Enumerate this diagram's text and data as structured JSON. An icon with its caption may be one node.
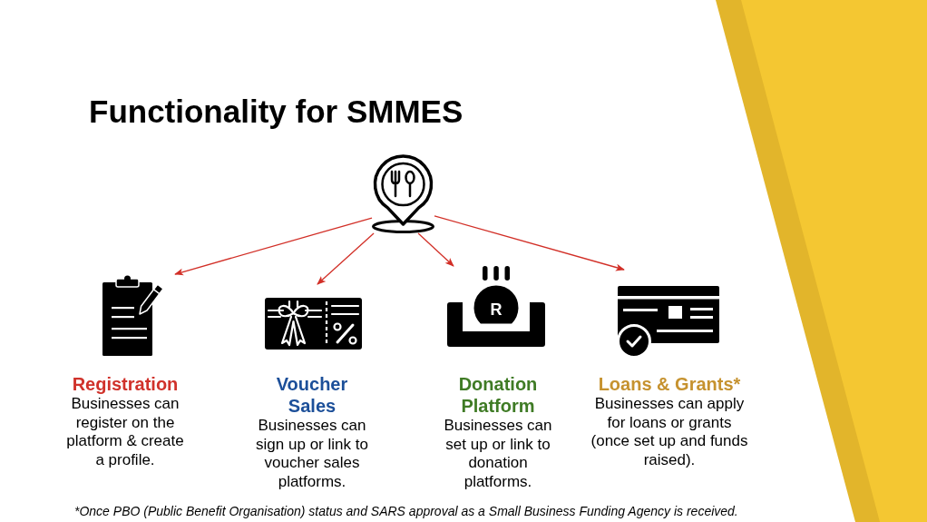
{
  "diagram": {
    "title": "Functionality for SMMES",
    "nodes": [
      {
        "text": [],
        "shape": "picture"
      },
      {
        "text": [
          "Registration",
          "Businesses can register on the platform & create a profile."
        ]
      },
      {
        "text": [
          "Voucher Sales",
          "Businesses can sign up or link to voucher sales platforms."
        ]
      },
      {
        "text": [
          "Donation Platform",
          "Businesses can set up or link to donation platforms."
        ]
      },
      {
        "text": [
          "Loans & Grants*",
          "Businesses can apply for loans or grants (once set up and funds raised)."
        ]
      }
    ],
    "edges": [
      {
        "from": 0,
        "to": 1,
        "arrow": "to"
      },
      {
        "from": 0,
        "to": 2,
        "arrow": "to"
      },
      {
        "from": 0,
        "to": 3,
        "arrow": "to"
      },
      {
        "from": 0,
        "to": 4,
        "arrow": "to"
      }
    ],
    "labels": [
      "R",
      "*Once PBO (Public Benefit Organisation) status and SARS approval as a Small Business Funding Agency is received."
    ]
  }
}
